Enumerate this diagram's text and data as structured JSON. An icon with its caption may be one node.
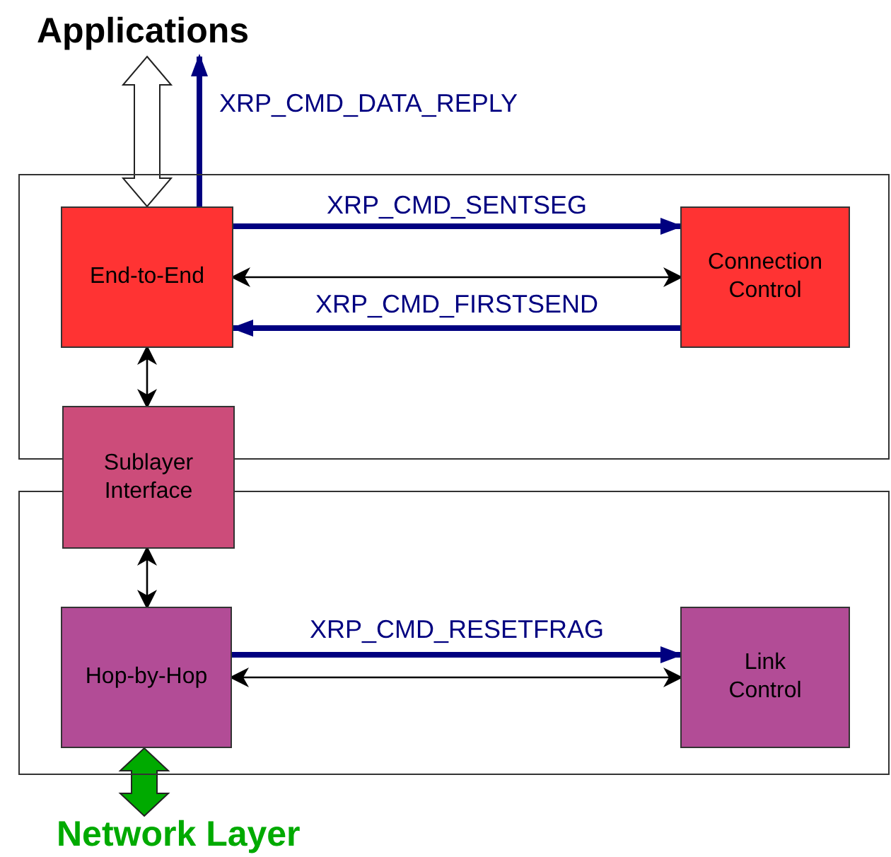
{
  "diagram": {
    "nodes": [
      {
        "text": [
          "Applications"
        ]
      },
      {
        "text": [],
        "shape": "box"
      },
      {
        "text": [
          "End-to-End"
        ],
        "in": 1
      },
      {
        "text": [
          "Connection Control"
        ],
        "in": 1
      },
      {
        "text": [
          "Sublayer Interface"
        ]
      },
      {
        "text": [],
        "shape": "box"
      },
      {
        "text": [
          "Hop-by-Hop"
        ],
        "in": 5
      },
      {
        "text": [
          "Link Control"
        ],
        "in": 5
      },
      {
        "text": [
          "Network Layer"
        ]
      }
    ],
    "edges": [
      {
        "from": 0,
        "to": 2,
        "arrow": "both",
        "style": "thick",
        "color": "#ffffff"
      },
      {
        "from": 2,
        "to": 0,
        "arrow": "to",
        "label": "XRP_CMD_DATA_REPLY",
        "style": "thick",
        "color": "#000080"
      },
      {
        "from": 2,
        "to": 3,
        "arrow": "to",
        "label": "XRP_CMD_SENTSEG",
        "style": "thick",
        "color": "#000080"
      },
      {
        "from": 2,
        "to": 3,
        "arrow": "both",
        "color": "#000000"
      },
      {
        "from": 3,
        "to": 2,
        "arrow": "to",
        "label": "XRP_CMD_FIRSTSEND",
        "style": "thick",
        "color": "#000080"
      },
      {
        "from": 2,
        "to": 4,
        "arrow": "both",
        "color": "#000000"
      },
      {
        "from": 4,
        "to": 6,
        "arrow": "both",
        "color": "#000000"
      },
      {
        "from": 6,
        "to": 7,
        "arrow": "to",
        "label": "XRP_CMD_RESETFRAG",
        "style": "thick",
        "color": "#000080"
      },
      {
        "from": 6,
        "to": 7,
        "arrow": "both",
        "color": "#000000"
      },
      {
        "from": 8,
        "to": 6,
        "arrow": "both",
        "style": "thick",
        "color": "#00aa00"
      }
    ]
  }
}
